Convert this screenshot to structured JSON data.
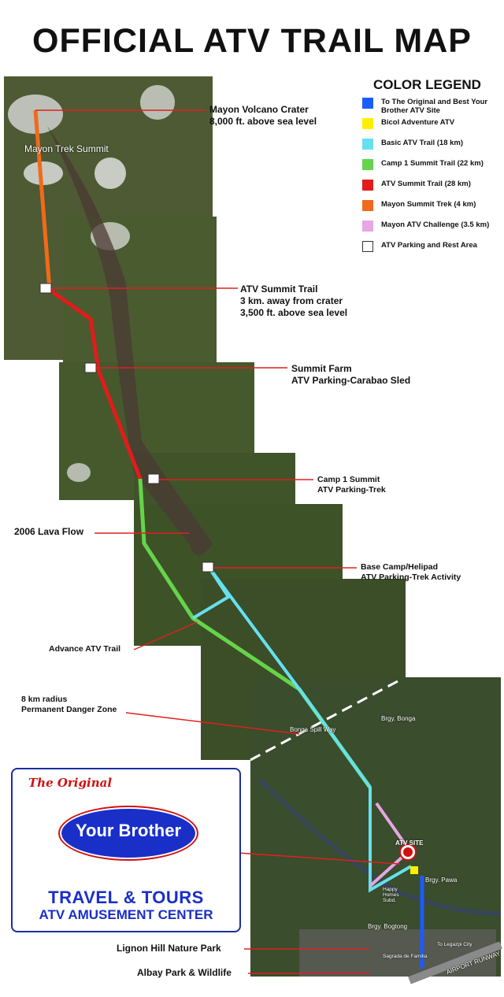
{
  "title": "OFFICIAL ATV TRAIL MAP",
  "legend": {
    "title": "COLOR LEGEND",
    "items": [
      {
        "color": "#1a5cff",
        "label": "To The Original and Best Your Brother ATV Site",
        "style": "fill"
      },
      {
        "color": "#ffee00",
        "label": "Bicol Adventure ATV",
        "style": "fill"
      },
      {
        "color": "#66e0f0",
        "label": "Basic ATV Trail (18 km)",
        "style": "fill"
      },
      {
        "color": "#66d44a",
        "label": "Camp 1 Summit Trail (22 km)",
        "style": "fill"
      },
      {
        "color": "#e21b1b",
        "label": "ATV Summit Trail (28 km)",
        "style": "fill"
      },
      {
        "color": "#f06a1a",
        "label": "Mayon Summit Trek (4 km)",
        "style": "fill"
      },
      {
        "color": "#e7a6e4",
        "label": "Mayon ATV Challenge (3.5 km)",
        "style": "fill"
      },
      {
        "color": "#ffffff",
        "label": "ATV Parking and Rest Area",
        "style": "outline"
      }
    ]
  },
  "callouts": {
    "crater": {
      "line1": "Mayon Volcano Crater",
      "line2": "8,000 ft. above sea level"
    },
    "summit_trail": {
      "line1": "ATV Summit Trail",
      "line2": "3 km. away from crater",
      "line3": "3,500 ft. above sea level"
    },
    "summit_farm": {
      "line1": "Summit Farm",
      "line2": "ATV Parking-Carabao Sled"
    },
    "camp1": {
      "line1": "Camp 1 Summit",
      "line2": "ATV Parking-Trek"
    },
    "lava_flow": {
      "line1": "2006 Lava Flow"
    },
    "base_camp": {
      "line1": "Base Camp/Helipad",
      "line2": "ATV Parking-Trek Activity"
    },
    "advance_trail": {
      "line1": "Advance ATV Trail"
    },
    "danger_zone": {
      "line1": "8 km radius",
      "line2": "Permanent Danger Zone"
    }
  },
  "map_labels": {
    "trek_summit": "Mayon Trek Summit",
    "bonga_spillway": "Bonga Spill Way",
    "brgy_bonga": "Brgy. Bonga",
    "atv_site": "ATV SITE",
    "brgy_pawa": "Brgy. Pawa",
    "happy_homes": "Happy Homes Subd.",
    "brgy_bogtong": "Brgy. Bogtong",
    "legazpi_city": "To Legazpi City",
    "sagrada": "Sagrada de Familia",
    "airport_runway": "AIRPORT RUNWAY"
  },
  "logo": {
    "script": "The Original",
    "oval_text": "Your Brother",
    "line1": "TRAVEL & TOURS",
    "line2": "ATV AMUSEMENT CENTER"
  },
  "bottom_labels": {
    "lignon": "Lignon Hill Nature Park",
    "albay": "Albay Park & Wildlife"
  }
}
